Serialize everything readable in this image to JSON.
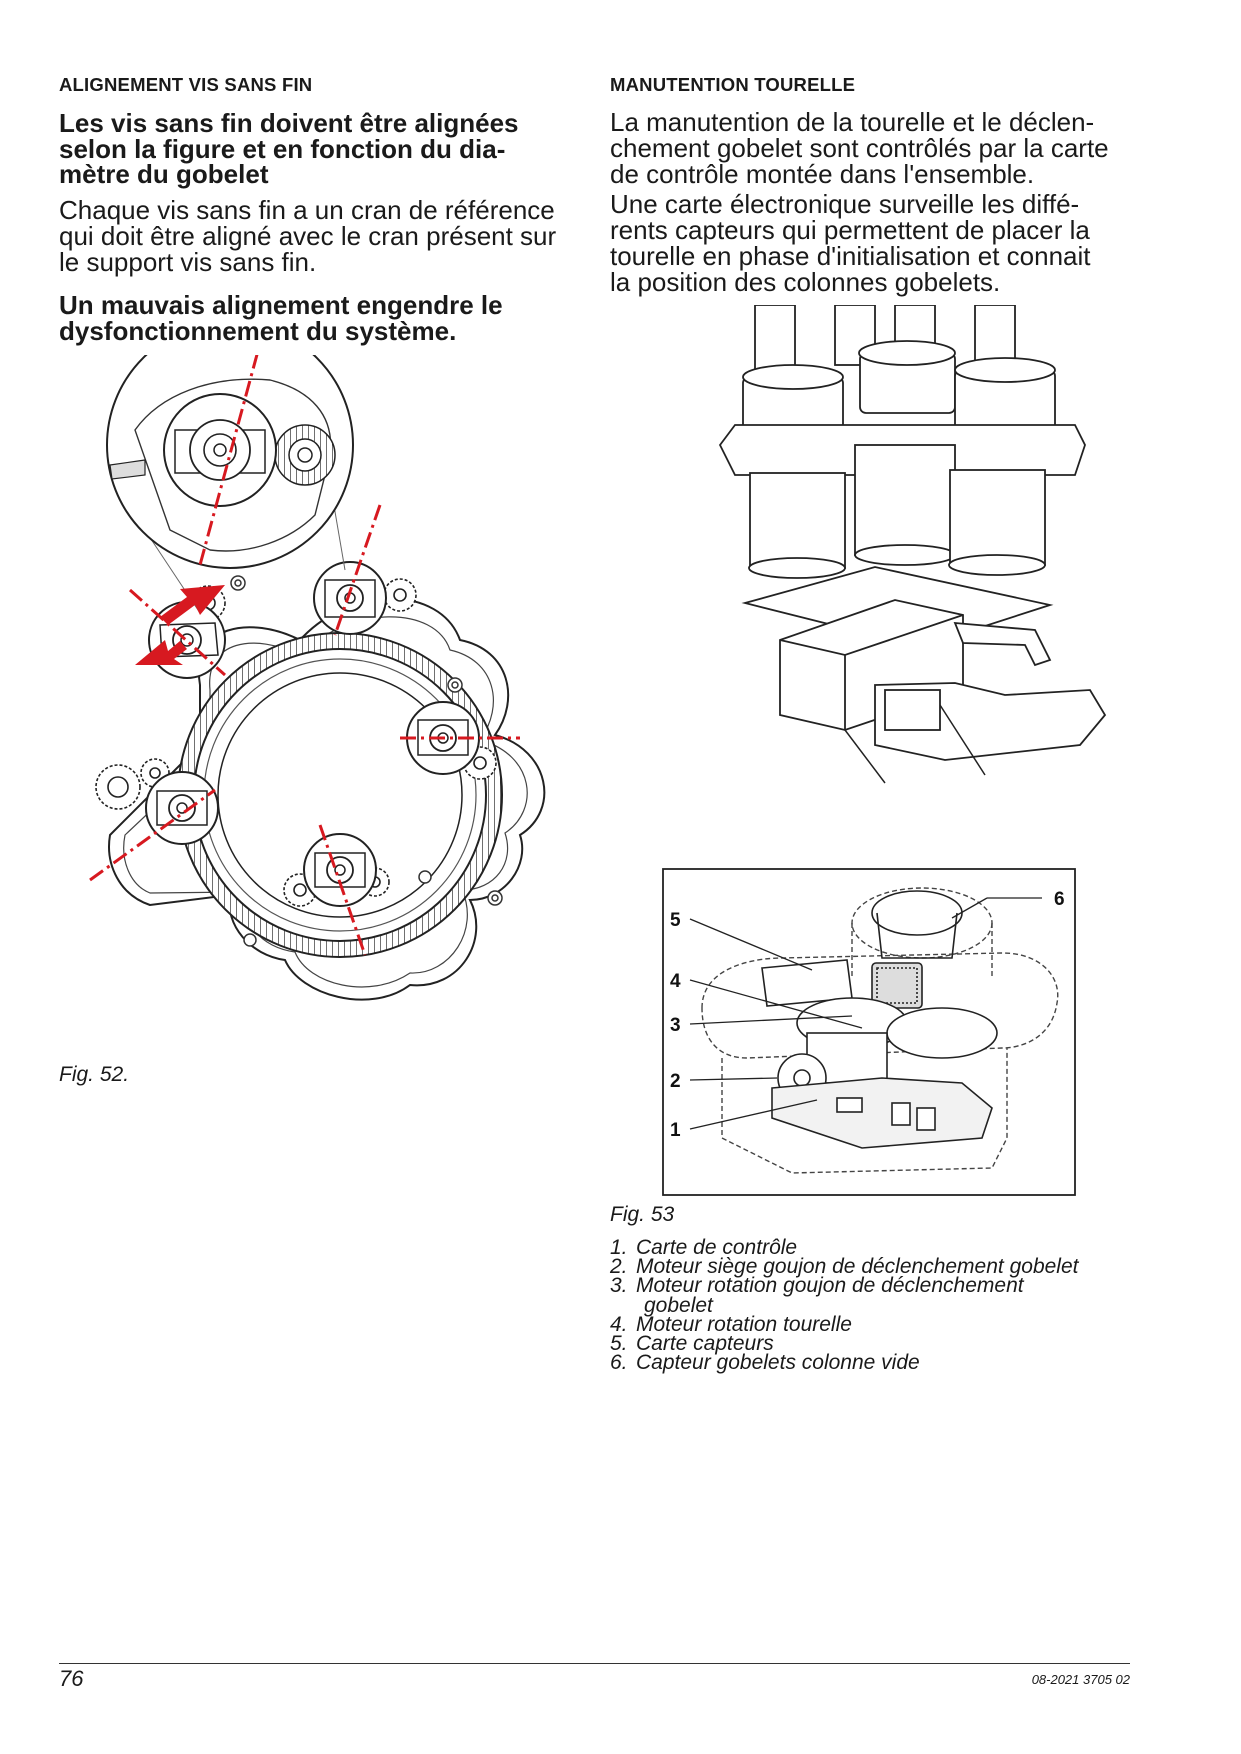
{
  "left_column": {
    "heading": "ALIGNEMENT VIS SANS FIN",
    "bold_intro": [
      "Les vis sans fin doivent être alignées",
      "selon la figure et en fonction du dia-",
      "mètre du gobelet"
    ],
    "paragraph": [
      "Chaque vis sans fin a un cran de référence",
      "qui doit être aligné avec le cran présent sur",
      "le support vis sans fin."
    ],
    "warning": [
      "Un mauvais alignement engendre le",
      "dysfonctionnement du système."
    ],
    "figure_caption": "Fig. 52."
  },
  "right_column": {
    "heading": "MANUTENTION TOURELLE",
    "paragraph_1": [
      "La manutention de la tourelle et le déclen-",
      "chement gobelet sont contrôlés par la carte",
      "de contrôle montée dans l'ensemble."
    ],
    "paragraph_2": [
      "Une carte électronique surveille les diffé-",
      "rents capteurs qui permettent de placer la",
      "tourelle en phase d'initialisation et connait",
      "la position des colonnes gobelets."
    ],
    "figure_caption": "Fig. 53",
    "figure_callouts": [
      "1",
      "2",
      "3",
      "4",
      "5",
      "6"
    ],
    "legend": [
      {
        "num": "1.",
        "text": "Carte de contrôle"
      },
      {
        "num": "2.",
        "text": "Moteur siège goujon de déclenchement gobelet"
      },
      {
        "num": "3.",
        "text": "Moteur rotation goujon de déclenchement"
      },
      {
        "num": "",
        "text": "gobelet"
      },
      {
        "num": "4.",
        "text": "Moteur rotation tourelle"
      },
      {
        "num": "5.",
        "text": "Carte capteurs"
      },
      {
        "num": "6.",
        "text": "Capteur gobelets colonne vide"
      }
    ]
  },
  "footer": {
    "page_number": "76",
    "document_reference": "08-2021 3705 02"
  },
  "colors": {
    "alignment_marks": "#d71920",
    "line_art": "#222222",
    "text": "#1a1a1a"
  }
}
